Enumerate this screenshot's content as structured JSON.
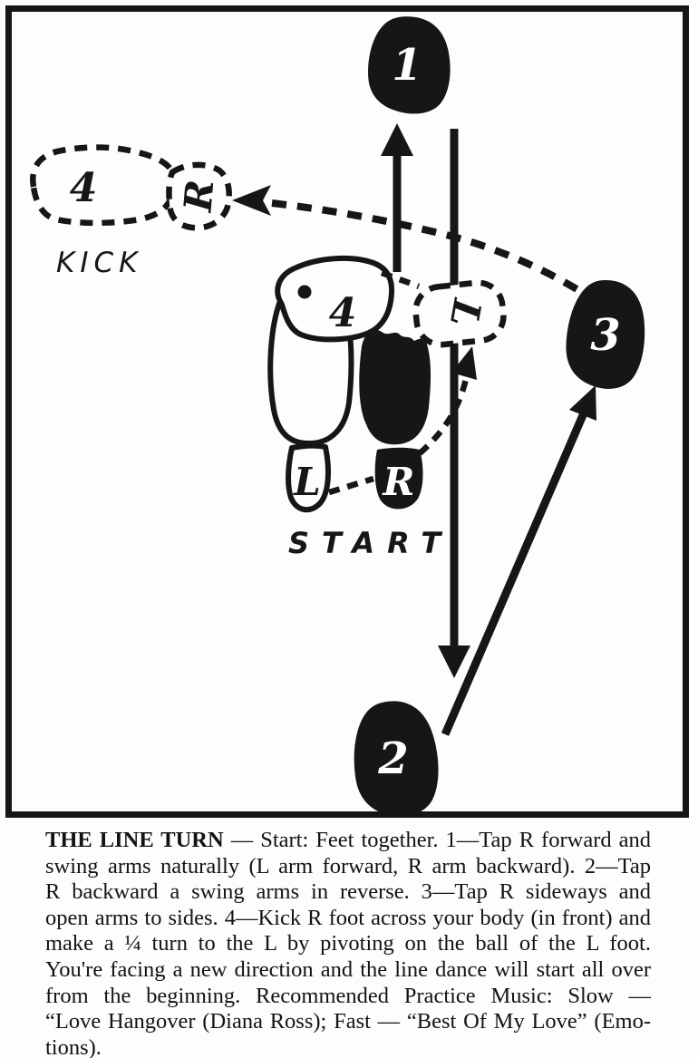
{
  "colors": {
    "ink": "#161616",
    "paper": "#fdfdfb"
  },
  "diagram": {
    "step1_label": "1",
    "step2_label": "2",
    "step3_label": "3",
    "kick_foot_number": "4",
    "kick_heel_label": "R",
    "kick_caption": "KICK",
    "turn_foot_number": "4",
    "turn_ball_label": "L",
    "start_left_heel_label": "L",
    "start_right_heel_label": "R",
    "start_caption": "START"
  },
  "caption": {
    "title": "THE LINE TURN",
    "lines": [
      " — Start: Feet together. 1—Tap R forward and",
      "swing arms naturally (L arm forward, R arm backward). 2—Tap",
      "R backward a swing arms in reverse. 3—Tap R sideways and",
      "open arms to sides. 4—Kick R foot across your body (in front) and",
      "make a ¼ turn to the L by pivoting on the ball of the L foot.",
      "You're facing a new direction and the line dance will start all over",
      "from the beginning. Recommended Practice Music: Slow —",
      "“Love Hangover (Diana Ross); Fast — “Best Of My Love” (Emo-",
      "tions)."
    ]
  }
}
